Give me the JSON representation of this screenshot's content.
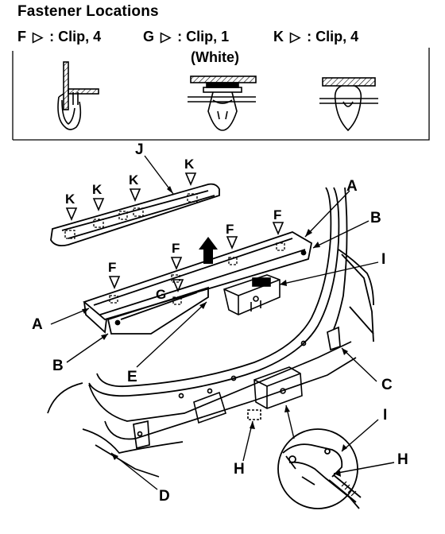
{
  "title": "Fastener Locations",
  "legend": [
    {
      "letter": "F",
      "symbol": "▷",
      "text": ": Clip, 4"
    },
    {
      "letter": "G",
      "symbol": "▷",
      "text": ": Clip, 1"
    },
    {
      "letter": "K",
      "symbol": "▷",
      "text": ": Clip, 4"
    }
  ],
  "legend_note": "(White)",
  "labels": {
    "A": "A",
    "B": "B",
    "C": "C",
    "D": "D",
    "E": "E",
    "F": "F",
    "G": "G",
    "H": "H",
    "I": "I",
    "J": "J",
    "K": "K"
  }
}
